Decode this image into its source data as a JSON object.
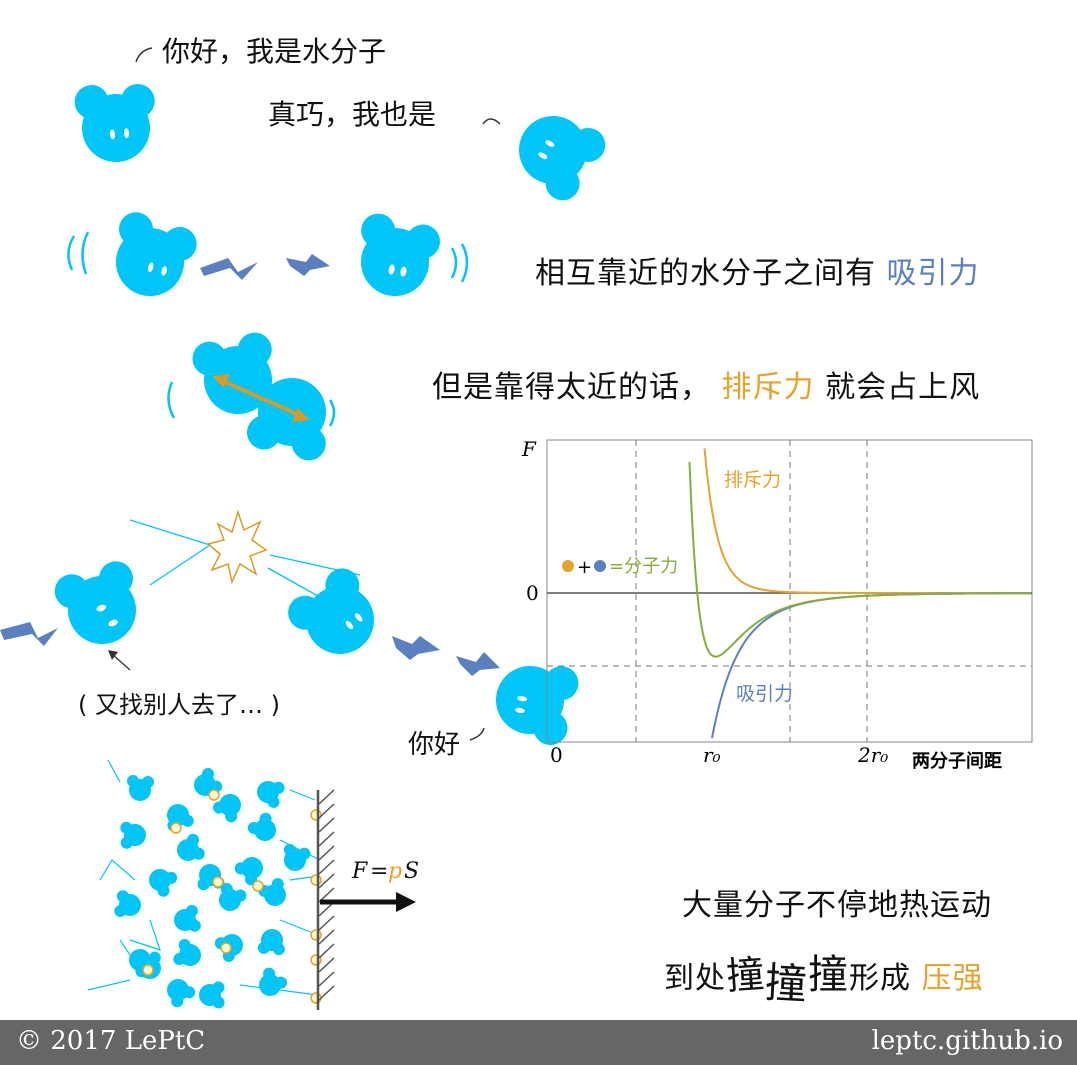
{
  "colors": {
    "molecule": "#00c5f7",
    "attraction": "#5b80c0",
    "repulsion": "#e3a32d",
    "net": "#86ad3b",
    "axis": "#555555",
    "footer_bg": "#666666"
  },
  "dialog": {
    "line1": "你好，我是水分子",
    "line2": "真巧，我也是",
    "leave": "( 又找别人去了… )",
    "hello": "你好"
  },
  "captions": {
    "attract_prefix": "相互靠近的水分子之间有",
    "attract_highlight": "吸引力",
    "repel_prefix": "但是靠得太近的话，",
    "repel_highlight": "排斥力",
    "repel_suffix": "就会占上风",
    "pressure_line1": "大量分子不停地热运动",
    "pressure_prefix": "到处",
    "pressure_hit": "撞",
    "pressure_mid": "形成",
    "pressure_highlight": "压强"
  },
  "formula": {
    "F": "F",
    "eq": "=",
    "p": "p",
    "S": "S"
  },
  "chart_data": {
    "type": "line",
    "ylabel": "F",
    "xlabel": "两分子间距",
    "x_ticks": [
      "0",
      "r₀",
      "2r₀"
    ],
    "y_ticks": [
      "0"
    ],
    "legend_equation": "=分子力",
    "legend_plus": "+",
    "series": [
      {
        "name": "排斥力",
        "color": "#e3a32d",
        "model": "repulsion ∝ 1/r^k, positive, steeply rising as r → 0"
      },
      {
        "name": "吸引力",
        "color": "#5b80c0",
        "model": "attraction, negative, approaches 0 at large r"
      },
      {
        "name": "分子力",
        "color": "#86ad3b",
        "model": "sum of the two, minimum just beyond r₀"
      }
    ],
    "grid": true
  },
  "footer": {
    "copyright": "© 2017 LePtC",
    "url": "leptc.github.io"
  }
}
